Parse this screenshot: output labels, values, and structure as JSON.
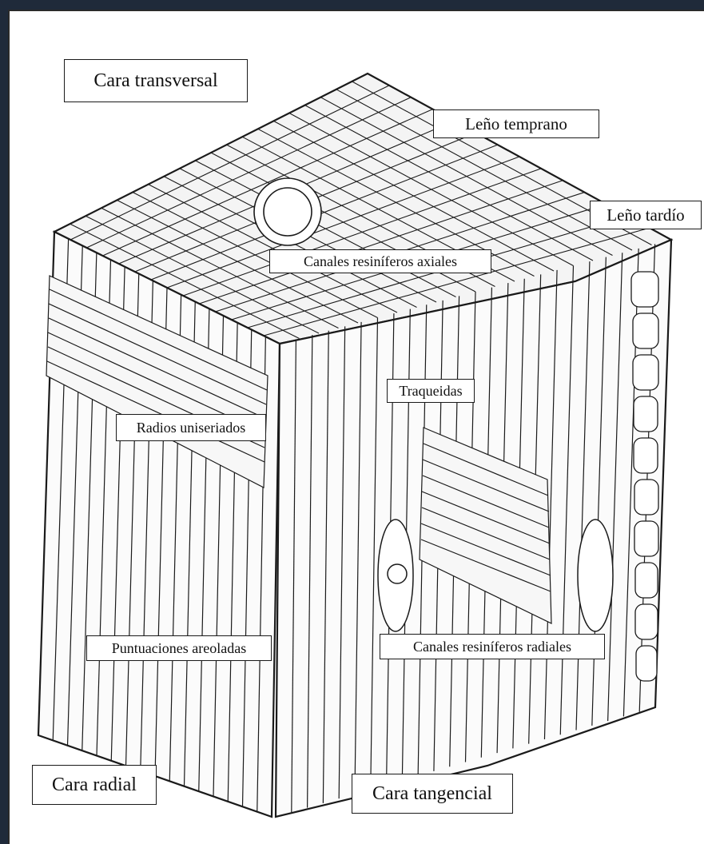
{
  "labels": {
    "cara_transversal": "Cara transversal",
    "leno_temprano": "Leño temprano",
    "leno_tardio": "Leño tardío",
    "canales_axiales": "Canales resiníferos axiales",
    "traqueidas": "Traqueidas",
    "radios_uniseriados": "Radios uniseriados",
    "puntuaciones_areoladas": "Puntuaciones areoladas",
    "canales_radiales": "Canales resiníferos radiales",
    "cara_radial": "Cara radial",
    "cara_tangencial": "Cara tangencial"
  },
  "colors": {
    "ink": "#1a1a1a",
    "paper": "#ffffff",
    "background": "#1f2a3a"
  }
}
